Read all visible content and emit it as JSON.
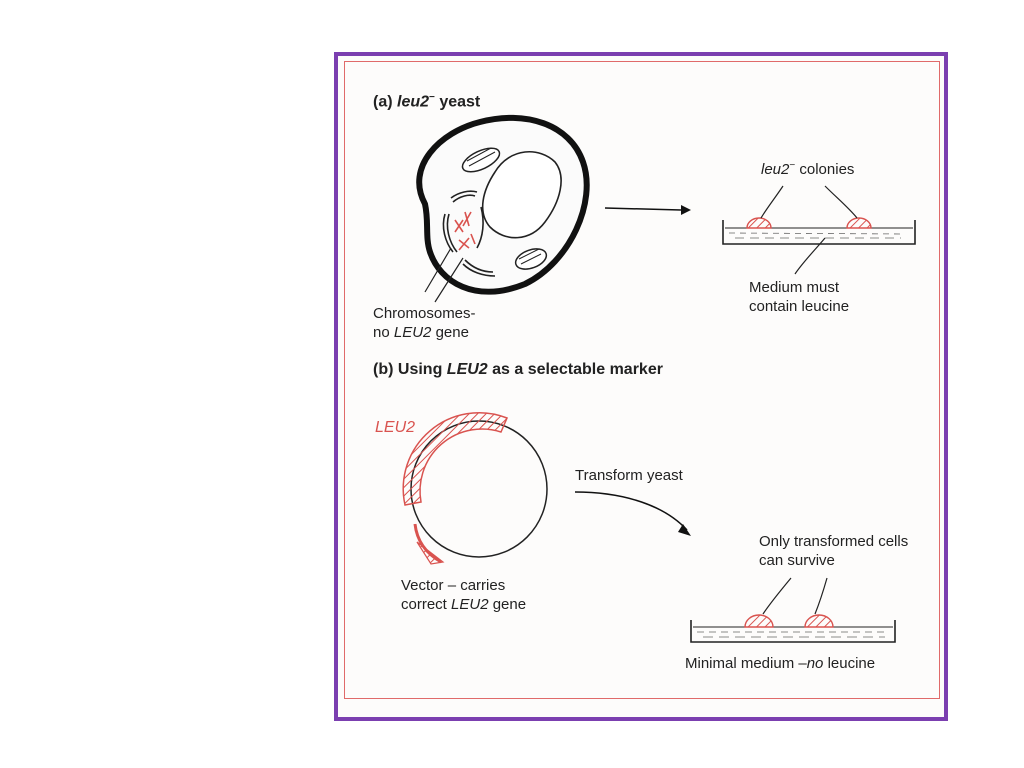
{
  "part_a": {
    "heading_letter": "(a)",
    "heading_gene": "leu2",
    "heading_sup": "−",
    "heading_rest": "yeast",
    "colonies_gene": "leu2",
    "colonies_sup": "−",
    "colonies_rest": "colonies",
    "medium_line1": "Medium must",
    "medium_line2": "contain leucine",
    "chrom_line1": "Chromosomes-",
    "chrom_line2_pre": "no",
    "chrom_line2_gene": "LEU2",
    "chrom_line2_post": "gene"
  },
  "part_b": {
    "heading_letter": "(b)",
    "heading_pre": "Using",
    "heading_gene": "LEU2",
    "heading_post": "as a selectable marker",
    "leu2_label": "LEU2",
    "transform_label": "Transform yeast",
    "survive_line1": "Only transformed cells",
    "survive_line2": "can survive",
    "vector_line1": "Vector – carries",
    "vector_line2_pre": "correct",
    "vector_line2_gene": "LEU2",
    "vector_line2_post": "gene",
    "minimal_pre": "Minimal medium –",
    "minimal_no": "no",
    "minimal_post": "leucine"
  },
  "colors": {
    "frame": "#7b3fb0",
    "inner_border": "#e06a6a",
    "gene_red": "#d9534f",
    "ink": "#222222"
  }
}
